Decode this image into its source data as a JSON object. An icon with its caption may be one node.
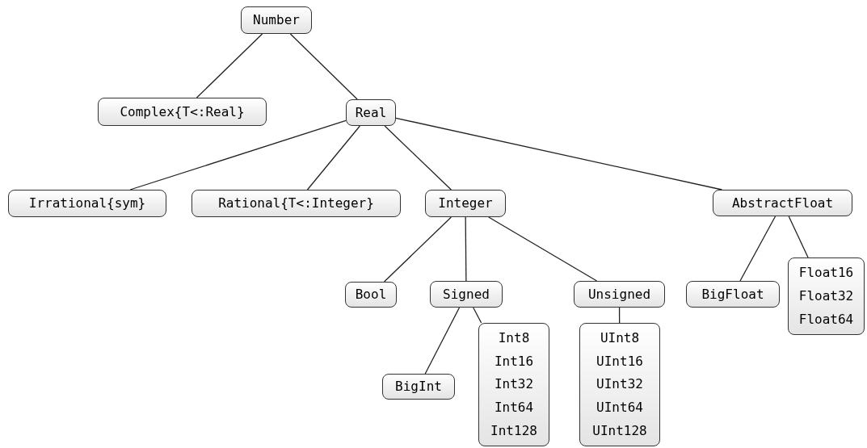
{
  "diagram": {
    "nodes": [
      {
        "text": [
          "Number"
        ]
      },
      {
        "text": [
          "Complex{T<:Real}"
        ]
      },
      {
        "text": [
          "Real"
        ]
      },
      {
        "text": [
          "Irrational{sym}"
        ]
      },
      {
        "text": [
          "Rational{T<:Integer}"
        ]
      },
      {
        "text": [
          "Integer"
        ]
      },
      {
        "text": [
          "AbstractFloat"
        ]
      },
      {
        "text": [
          "Bool"
        ]
      },
      {
        "text": [
          "Signed"
        ]
      },
      {
        "text": [
          "Unsigned"
        ]
      },
      {
        "text": [
          "BigFloat"
        ]
      },
      {
        "text": [
          "Int8",
          "Int16",
          "Int32",
          "Int64",
          "Int128"
        ]
      },
      {
        "text": [
          "UInt8",
          "UInt16",
          "UInt32",
          "UInt64",
          "UInt128"
        ]
      },
      {
        "text": [
          "Float16",
          "Float32",
          "Float64"
        ]
      },
      {
        "text": [
          "BigInt"
        ]
      }
    ],
    "edges": [
      {
        "from": 0,
        "to": 1,
        "arrow": "none"
      },
      {
        "from": 0,
        "to": 2,
        "arrow": "none"
      },
      {
        "from": 2,
        "to": 3,
        "arrow": "none"
      },
      {
        "from": 2,
        "to": 4,
        "arrow": "none"
      },
      {
        "from": 2,
        "to": 5,
        "arrow": "none"
      },
      {
        "from": 2,
        "to": 6,
        "arrow": "none"
      },
      {
        "from": 5,
        "to": 7,
        "arrow": "none"
      },
      {
        "from": 5,
        "to": 8,
        "arrow": "none"
      },
      {
        "from": 5,
        "to": 9,
        "arrow": "none"
      },
      {
        "from": 6,
        "to": 10,
        "arrow": "none"
      },
      {
        "from": 6,
        "to": 13,
        "arrow": "none"
      },
      {
        "from": 8,
        "to": 14,
        "arrow": "none"
      },
      {
        "from": 8,
        "to": 11,
        "arrow": "none"
      },
      {
        "from": 9,
        "to": 12,
        "arrow": "none"
      }
    ]
  }
}
